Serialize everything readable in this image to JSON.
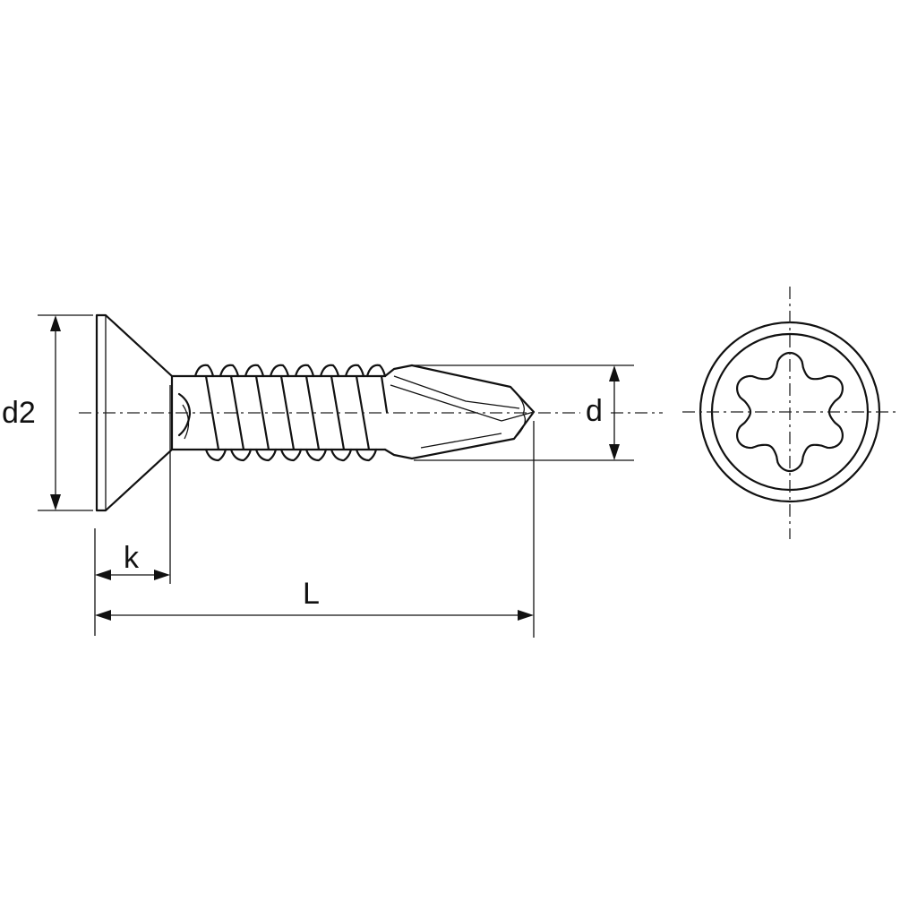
{
  "labels": {
    "head_diameter": "d2",
    "thread_diameter": "d",
    "head_height": "k",
    "length": "L"
  },
  "colors": {
    "line": "#111111",
    "background": "#ffffff"
  },
  "icons": {
    "drive": "torx-drive-icon"
  }
}
